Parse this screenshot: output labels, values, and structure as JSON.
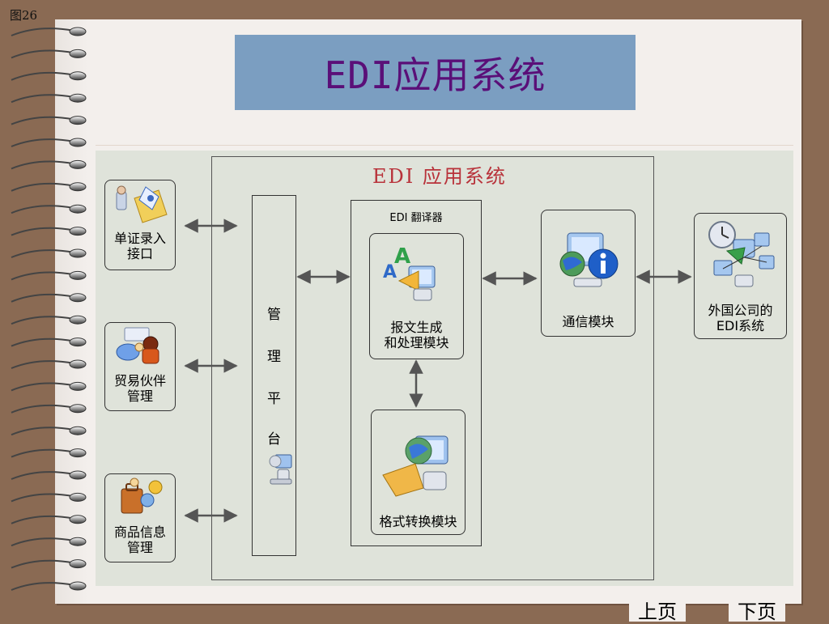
{
  "figure_label": "图26",
  "slide_title": "EDI应用系统",
  "diagram": {
    "title": "EDI 应用系统",
    "left_modules": [
      {
        "line1": "单证录入",
        "line2": "接口"
      },
      {
        "line1": "贸易伙伴",
        "line2": "管理"
      },
      {
        "line1": "商品信息",
        "line2": "管理"
      }
    ],
    "platform": {
      "chars": [
        "管",
        "理",
        "平",
        "台"
      ]
    },
    "translator": {
      "title": "EDI 翻译器",
      "message_module": {
        "line1": "报文生成",
        "line2": "和处理模块"
      },
      "format_module": {
        "label": "格式转换模块"
      }
    },
    "comm_module": {
      "label": "通信模块"
    },
    "foreign_system": {
      "line1": "外国公司的",
      "line2": "EDI系统"
    }
  },
  "nav": {
    "prev": "上页",
    "next": "下页"
  },
  "colors": {
    "background": "#8a6a53",
    "page": "#f3efec",
    "title_bar": "#7b9ec1",
    "title_text": "#5a0f78",
    "diagram_title": "#b8323a",
    "panel": "#dfe3da"
  },
  "icons": [
    "spiral-binding",
    "document-entry-icon",
    "partner-icon",
    "merchandise-icon",
    "platform-computer-icon",
    "translate-icon",
    "format-convert-icon",
    "communication-info-icon",
    "foreign-system-network-icon"
  ]
}
